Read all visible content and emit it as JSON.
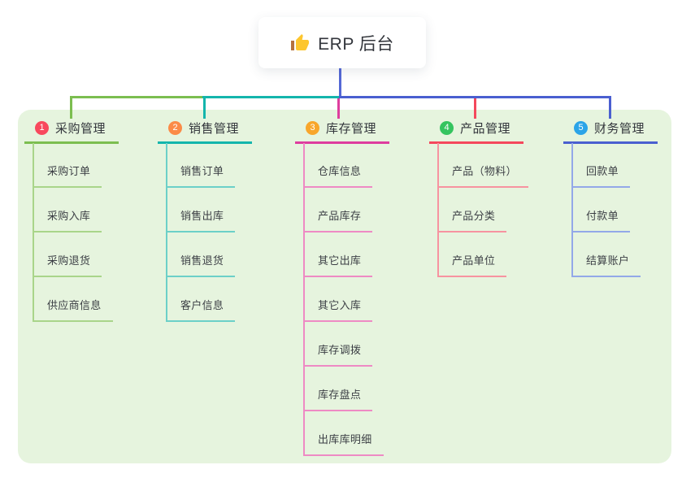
{
  "root": {
    "label": "ERP 后台",
    "icon": "thumbs-up-icon"
  },
  "colors": {
    "panel_bg": "#e6f4de",
    "root_line": "#5468d6",
    "branch_lines": [
      "#7cbe50",
      "#14b5ac",
      "#de3d9e",
      "#f4485c",
      "#4a5fd0"
    ],
    "child_lines": [
      "#a9d58a",
      "#6cd0c8",
      "#ee8ac4",
      "#f793a0",
      "#93a8e8"
    ],
    "badges": [
      "#f8495d",
      "#fb8b47",
      "#f8a62b",
      "#35c45f",
      "#2ba4e8"
    ]
  },
  "branches": [
    {
      "num": "1",
      "label": "采购管理",
      "children": [
        "采购订单",
        "采购入库",
        "采购退货",
        "供应商信息"
      ]
    },
    {
      "num": "2",
      "label": "销售管理",
      "children": [
        "销售订单",
        "销售出库",
        "销售退货",
        "客户信息"
      ]
    },
    {
      "num": "3",
      "label": "库存管理",
      "children": [
        "仓库信息",
        "产品库存",
        "其它出库",
        "其它入库",
        "库存调拨",
        "库存盘点",
        "出库库明细"
      ]
    },
    {
      "num": "4",
      "label": "产品管理",
      "children": [
        "产品（物料）",
        "产品分类",
        "产品单位"
      ]
    },
    {
      "num": "5",
      "label": "财务管理",
      "children": [
        "回款单",
        "付款单",
        "结算账户"
      ]
    }
  ]
}
